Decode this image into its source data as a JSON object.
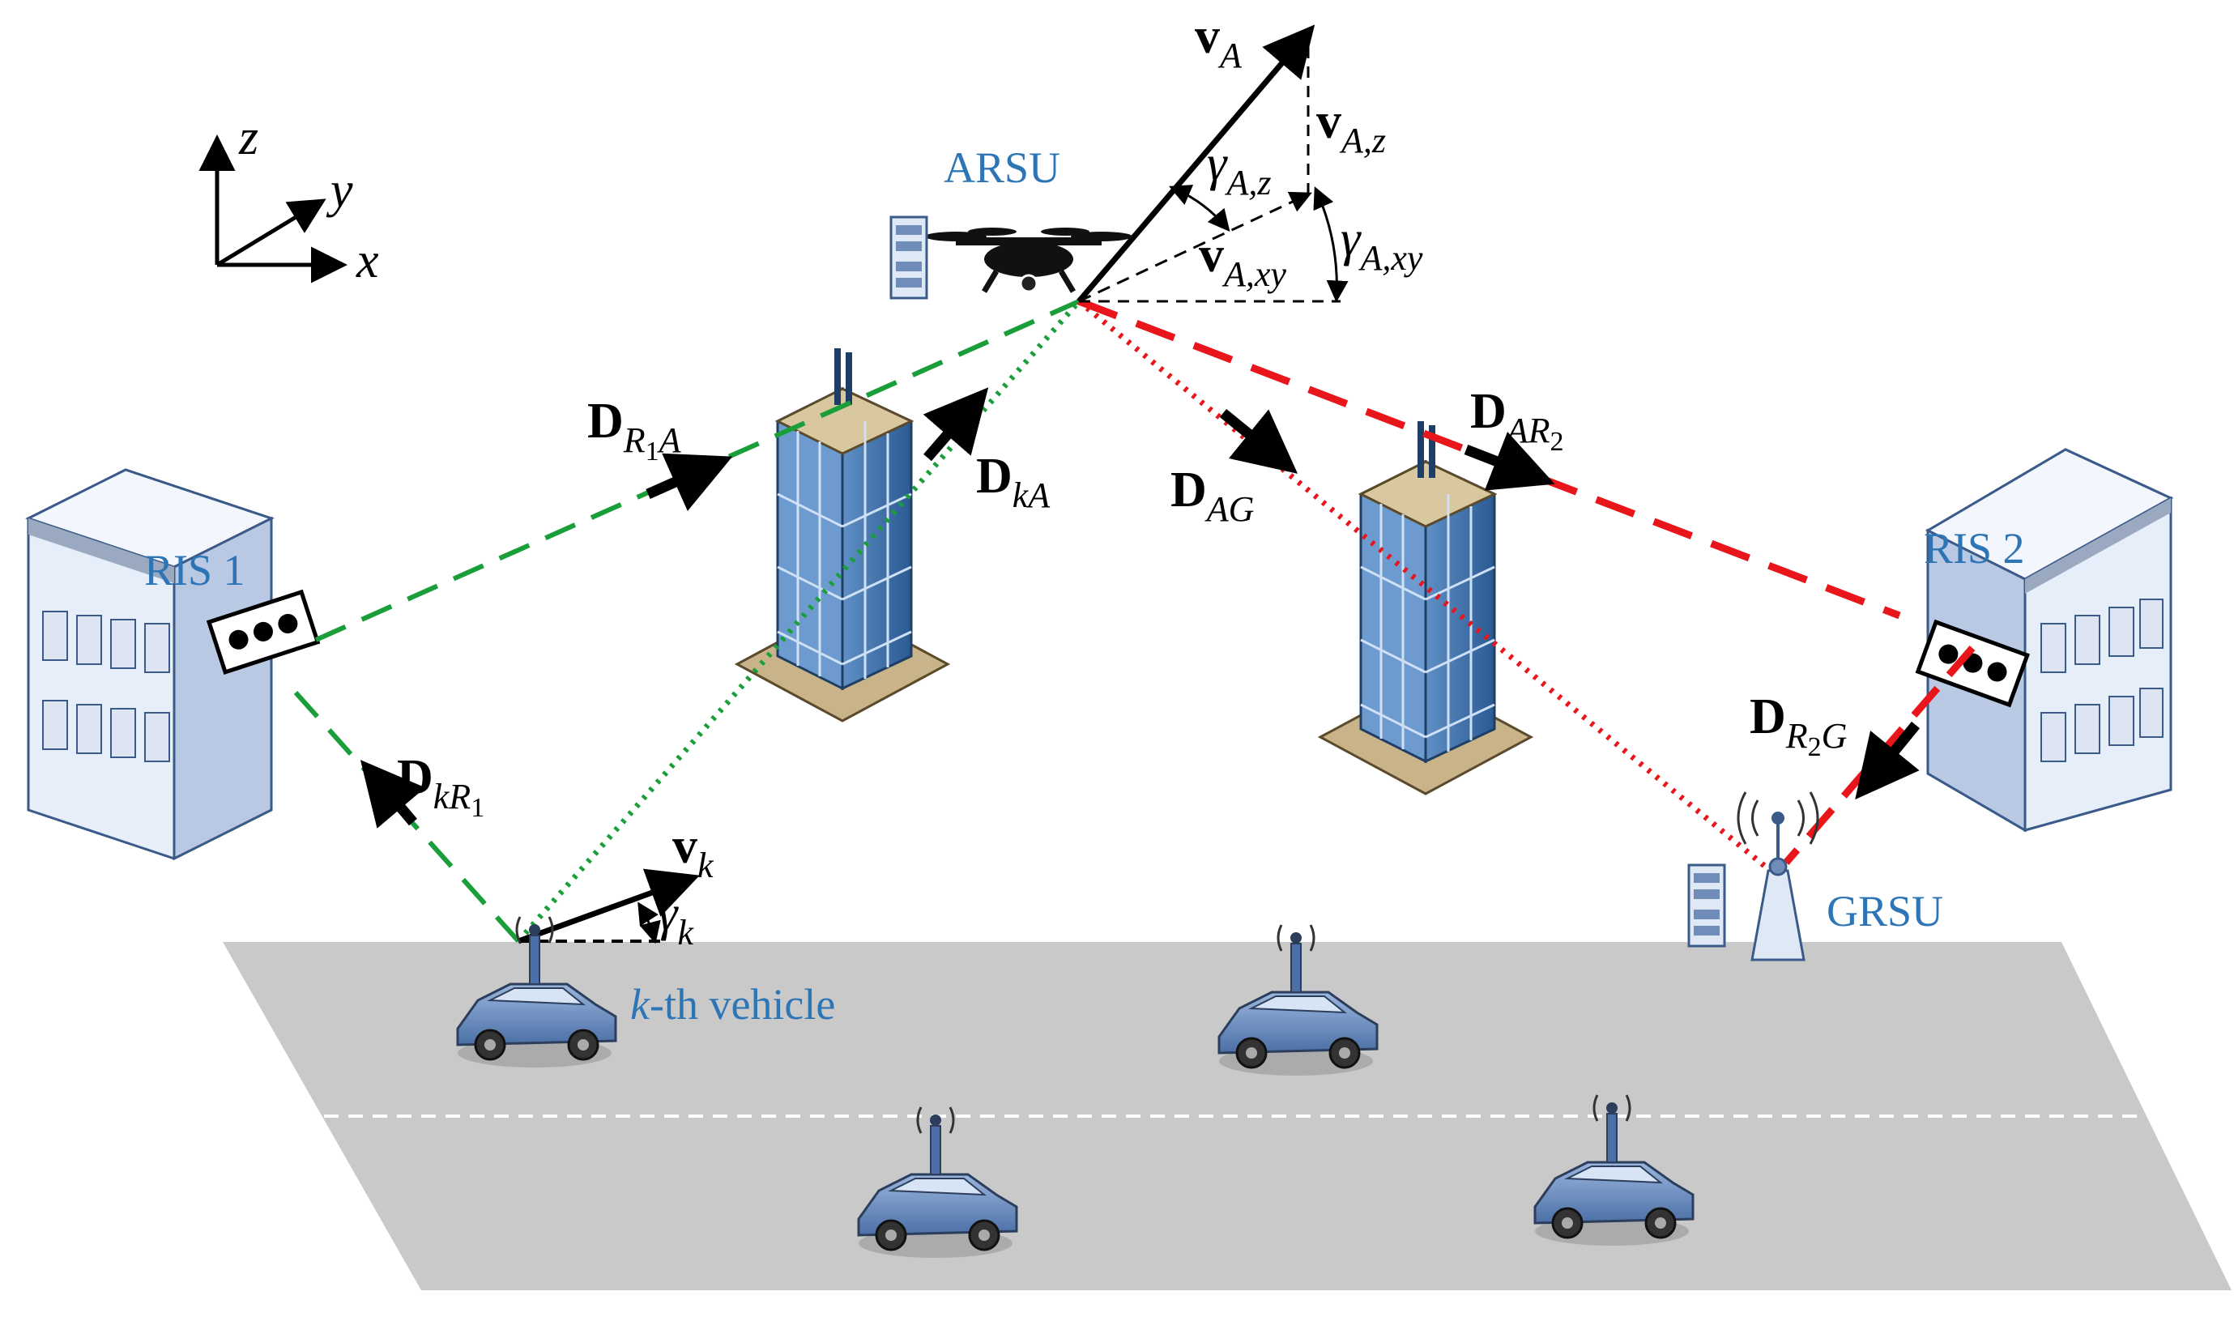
{
  "labels": {
    "ris1": "RIS 1",
    "ris2": "RIS 2",
    "arsu": "ARSU",
    "grsu": "GRSU",
    "vehicle_k": "k",
    "vehicle_rest": "-th vehicle"
  },
  "axes": {
    "x": "x",
    "y": "y",
    "z": "z"
  },
  "math": {
    "D": "D",
    "v": "v",
    "gamma": "γ",
    "sub_R1A_a": "R",
    "sub_R1A_b": "1",
    "sub_R1A_c": "A",
    "sub_kA": "kA",
    "sub_AG": "AG",
    "sub_AR2_a": "AR",
    "sub_AR2_b": "2",
    "sub_kR1_a": "kR",
    "sub_kR1_b": "1",
    "sub_R2G_a": "R",
    "sub_R2G_b": "2",
    "sub_R2G_c": "G",
    "sub_A": "A",
    "sub_Az": "A,z",
    "sub_Axy": "A,xy",
    "sub_k": "k"
  },
  "colors": {
    "green_link": "#1a9e3a",
    "red_link": "#e8151b",
    "label_blue": "#2e75b6",
    "road": "#c8c8c8",
    "building_light": "#e6eef9",
    "building_side": "#b9c9e3"
  }
}
